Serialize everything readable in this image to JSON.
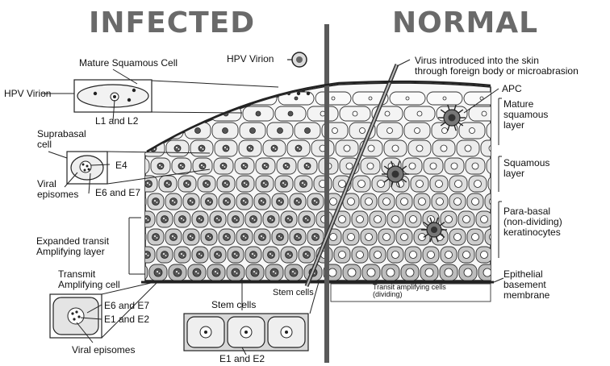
{
  "titles": {
    "left": "INFECTED",
    "right": "NORMAL"
  },
  "labels": {
    "hpv_virion_top": "HPV Virion",
    "mature_squamous_cell": "Mature Squamous Cell",
    "hpv_virion_left": "HPV Virion",
    "l1_l2": "L1 and L2",
    "suprabasal_cell": "Suprabasal\ncell",
    "e4": "E4",
    "viral_episomes_upper": "Viral\nepisomes",
    "e6_e7_upper": "E6 and E7",
    "expanded_transit": "Expanded transit\nAmplifying layer",
    "transit_amplifying_cell": "Transmit\nAmplifying cell",
    "e6_e7_lower": "E6 and E7",
    "e1_e2_lower": "E1 and E2",
    "viral_episomes_lower": "Viral episomes",
    "stem_cells_inset": "Stem cells",
    "e1_e2_bottom": "E1 and E2",
    "stem_cells_inline": "Stem cells",
    "transit_amplifying_dividing": "Transit amplifying cells\n(dividing)",
    "virus_introduced": "Virus introduced into the skin\nthrough foreign body or microabrasion",
    "apc": "APC",
    "mature_squamous_layer": "Mature\nsquamous\nlayer",
    "squamous_layer": "Squamous\nlayer",
    "parabasal": "Para-basal\n(non-dividing)\nkeratinocytes",
    "epithelial_membrane": "Epithelial\nbasement\nmembrane"
  },
  "colors": {
    "ink": "#111111",
    "title_gray": "#6a6a6a",
    "cell_fill": "#eeeeee",
    "basal_fill": "#c8c8c8",
    "divider": "#5a5a5a"
  }
}
